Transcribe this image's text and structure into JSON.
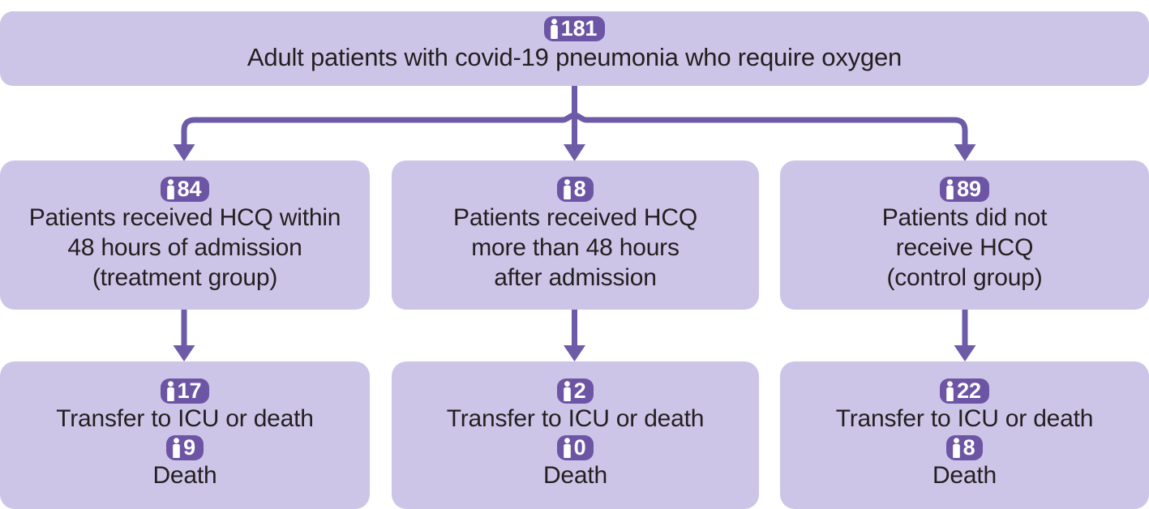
{
  "figure": {
    "type": "flowchart",
    "title": "Adult patients with covid-19 pneumonia who require oxygen",
    "icon_name": "person-icon",
    "colors": {
      "box_fill": "#ccc5e7",
      "badge_fill": "#6c55a5",
      "connector": "#6d5ba8",
      "text": "#231f20",
      "badge_text": "#ffffff"
    }
  },
  "nodes": {
    "root": {
      "count": "181",
      "label": "Adult patients with covid-19 pneumonia who require oxygen"
    },
    "branch_treatment": {
      "count": "84",
      "label": "Patients received HCQ  within\n48 hours of admission\n(treatment group)"
    },
    "branch_late": {
      "count": "8",
      "label": "Patients received HCQ\nmore than 48 hours\nafter admission"
    },
    "branch_control": {
      "count": "89",
      "label": "Patients did not\nreceive HCQ\n(control group)"
    },
    "outcome_treatment": {
      "count_primary": "17",
      "label_primary": "Transfer to ICU or death",
      "count_secondary": "9",
      "label_secondary": "Death"
    },
    "outcome_late": {
      "count_primary": "2",
      "label_primary": "Transfer to ICU or death",
      "count_secondary": "0",
      "label_secondary": "Death"
    },
    "outcome_control": {
      "count_primary": "22",
      "label_primary": "Transfer to ICU or death",
      "count_secondary": "8",
      "label_secondary": "Death"
    }
  }
}
